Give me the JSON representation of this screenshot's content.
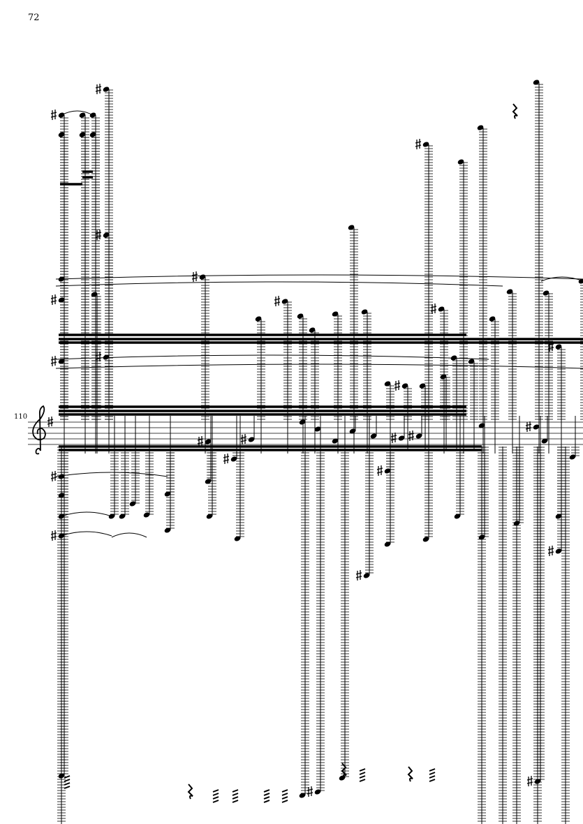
{
  "page": {
    "page_number": "72",
    "measure_number": "110"
  },
  "score": {
    "clef": "treble-clef",
    "key_signature": "one-sharp",
    "ink_color": "#000000"
  }
}
